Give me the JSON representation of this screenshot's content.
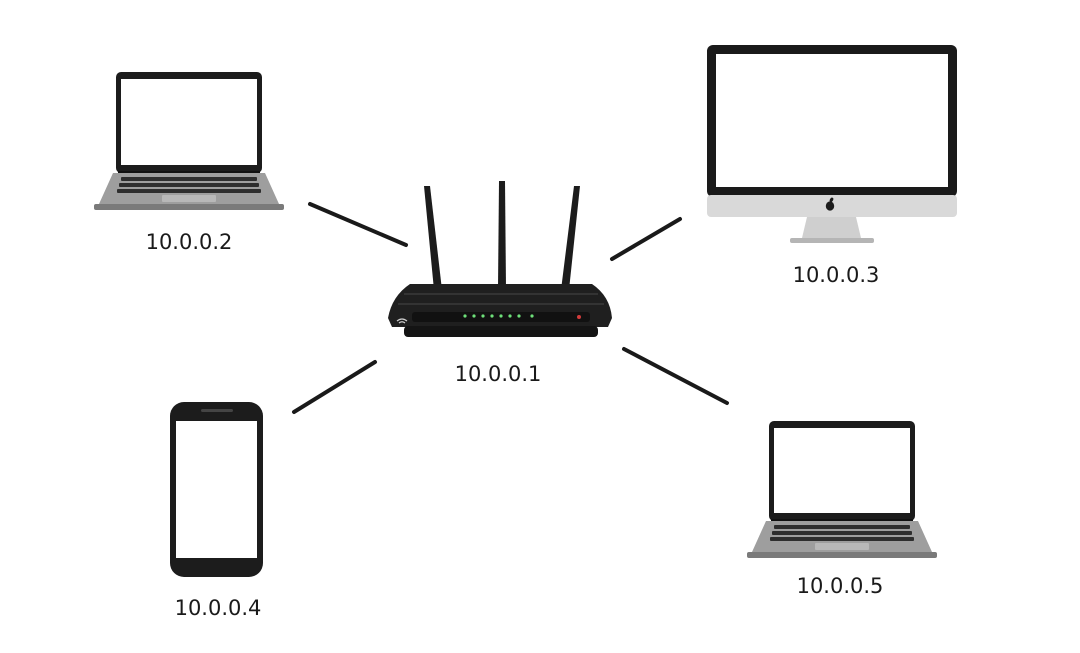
{
  "diagram": {
    "router": {
      "ip": "10.0.0.1",
      "icon": "wifi-router-icon"
    },
    "devices": [
      {
        "id": "laptop-1",
        "ip": "10.0.0.2",
        "icon": "laptop-icon"
      },
      {
        "id": "imac",
        "ip": "10.0.0.3",
        "icon": "imac-icon"
      },
      {
        "id": "phone",
        "ip": "10.0.0.4",
        "icon": "smartphone-icon"
      },
      {
        "id": "laptop-2",
        "ip": "10.0.0.5",
        "icon": "laptop-icon"
      }
    ],
    "colors": {
      "link": "#1a1a1a",
      "device_body": "#1c1c1c",
      "laptop_base": "#9e9e9e",
      "imac_chin": "#d9d9d9",
      "router_led": "#6ee07a",
      "router_power_led": "#d23b3b"
    }
  }
}
